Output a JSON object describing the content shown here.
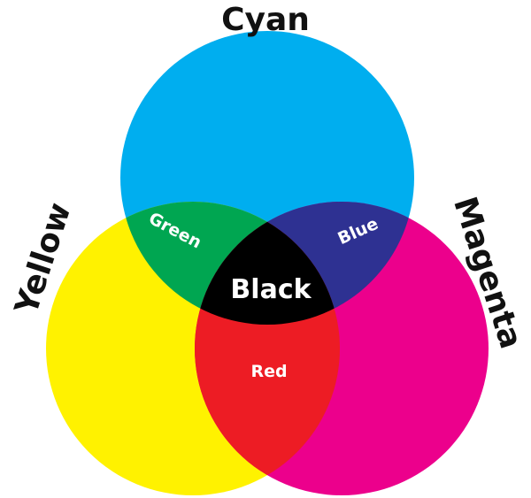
{
  "colors": {
    "cyan": "#00AEEF",
    "yellow": "#FFF200",
    "magenta": "#EC008C",
    "green": "#00A651",
    "blue": "#2E3192",
    "red": "#ED1C24",
    "black": "#000000"
  },
  "labels": {
    "cyan": "Cyan",
    "yellow": "Yellow",
    "magenta": "Magenta",
    "green": "Green",
    "blue": "Blue",
    "red": "Red",
    "black": "Black"
  }
}
